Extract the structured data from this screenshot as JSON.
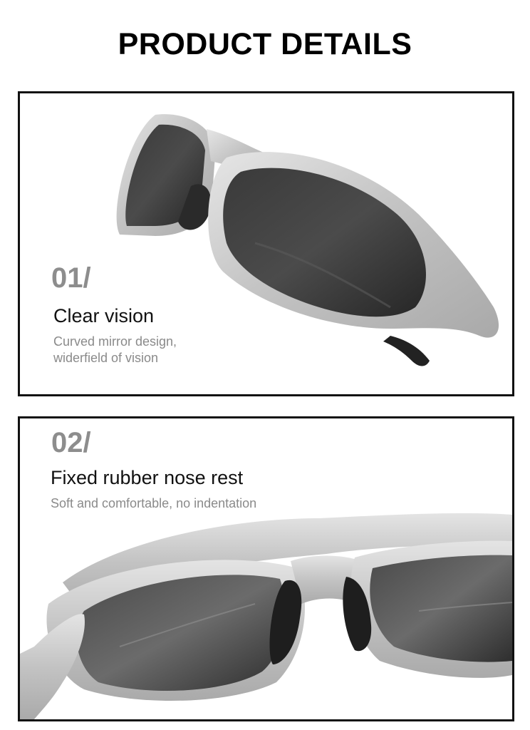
{
  "page": {
    "title": "PRODUCT DETAILS"
  },
  "features": [
    {
      "number": "01/",
      "title": "Clear vision",
      "description_lines": [
        "Curved mirror design,",
        "widerfield of vision"
      ],
      "image": "sunglasses-side-view"
    },
    {
      "number": "02/",
      "title": "Fixed rubber nose rest",
      "description_lines": [
        "Soft and comfortable, no indentation"
      ],
      "image": "sunglasses-nose-rest-view"
    }
  ],
  "colors": {
    "border": "#111111",
    "number_gray": "#8d8d8d",
    "description_gray": "#8a8a8a",
    "frame_silver": "#c9c9c9",
    "lens_dark": "#2b2b2b"
  }
}
